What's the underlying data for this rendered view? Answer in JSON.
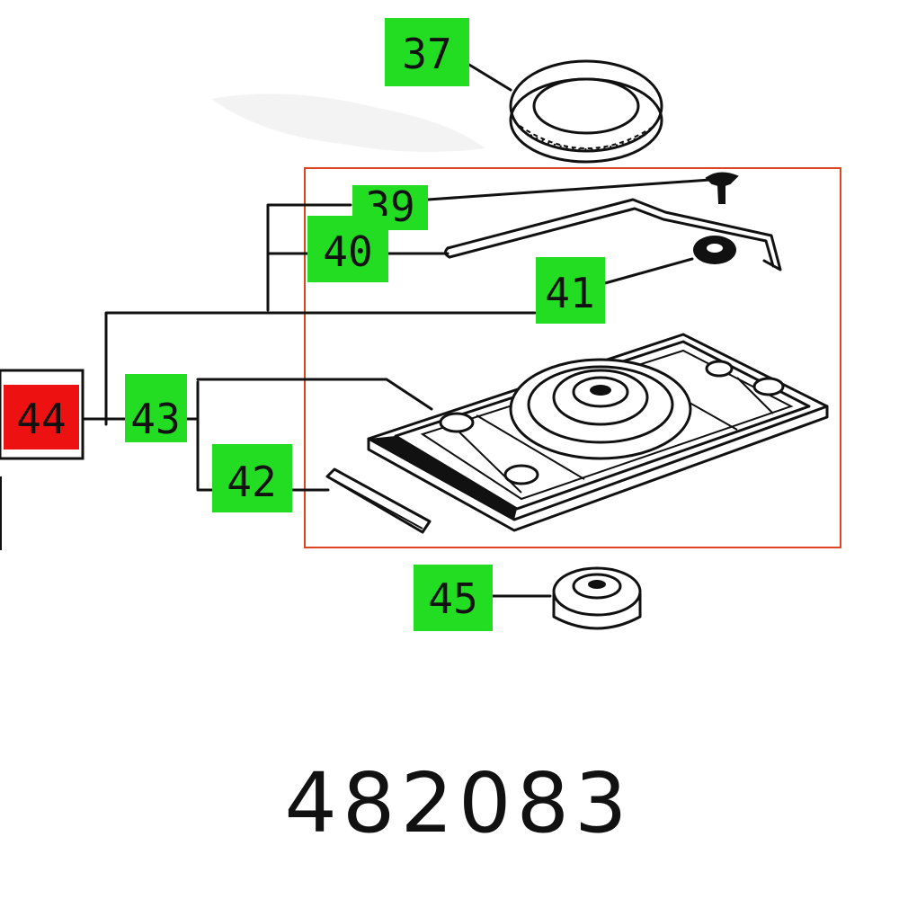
{
  "diagram": {
    "part_number": "482083",
    "callouts": [
      {
        "id": "37",
        "label": "37",
        "color": "#22dd22"
      },
      {
        "id": "39",
        "label": "39",
        "color": "#22dd22"
      },
      {
        "id": "40",
        "label": "40",
        "color": "#22dd22"
      },
      {
        "id": "41",
        "label": "41",
        "color": "#22dd22"
      },
      {
        "id": "43",
        "label": "43",
        "color": "#22dd22"
      },
      {
        "id": "42",
        "label": "42",
        "color": "#22dd22"
      },
      {
        "id": "44",
        "label": "44",
        "color": "#ee1111"
      },
      {
        "id": "45",
        "label": "45",
        "color": "#22dd22"
      }
    ],
    "highlight_frame_color": "#dd4422"
  }
}
